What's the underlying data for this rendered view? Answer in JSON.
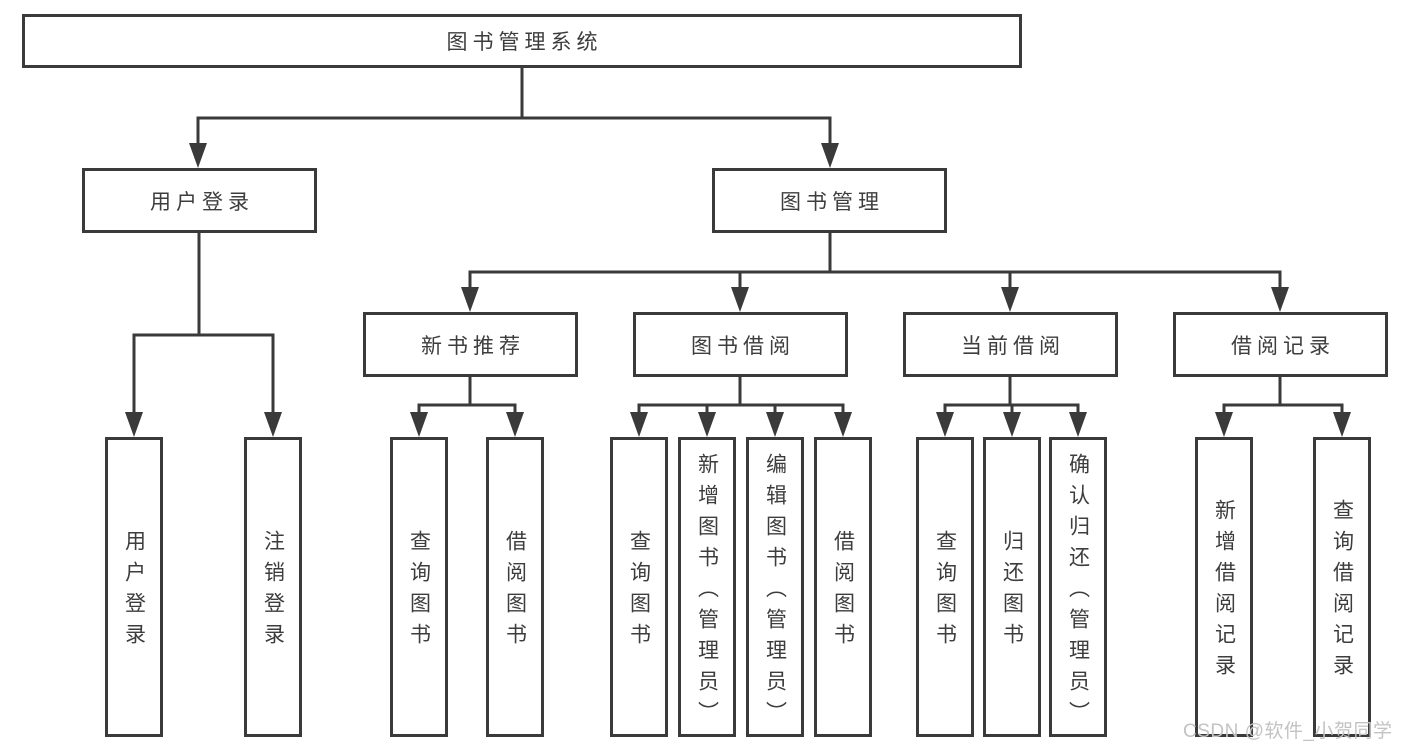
{
  "diagram": {
    "type": "hierarchy-tree",
    "tree": {
      "label": "图书管理系统",
      "children": [
        {
          "label": "用户登录",
          "children": [
            {
              "label": "用户登录"
            },
            {
              "label": "注销登录"
            }
          ]
        },
        {
          "label": "图书管理",
          "children": [
            {
              "label": "新书推荐",
              "children": [
                {
                  "label": "查询图书"
                },
                {
                  "label": "借阅图书"
                }
              ]
            },
            {
              "label": "图书借阅",
              "children": [
                {
                  "label": "查询图书"
                },
                {
                  "label": "新增图书（管理员）"
                },
                {
                  "label": "编辑图书（管理员）"
                },
                {
                  "label": "借阅图书"
                }
              ]
            },
            {
              "label": "当前借阅",
              "children": [
                {
                  "label": "查询图书"
                },
                {
                  "label": "归还图书"
                },
                {
                  "label": "确认归还（管理员）"
                }
              ]
            },
            {
              "label": "借阅记录",
              "children": [
                {
                  "label": "新增借阅记录"
                },
                {
                  "label": "查询借阅记录"
                }
              ]
            }
          ]
        }
      ]
    },
    "watermark": "CSDN @软件_小贺同学",
    "colors": {
      "line": "#3a3a3a",
      "box_background": "#ffffff",
      "text": "#3d3d3d",
      "watermark": "#c3c3c3"
    }
  }
}
